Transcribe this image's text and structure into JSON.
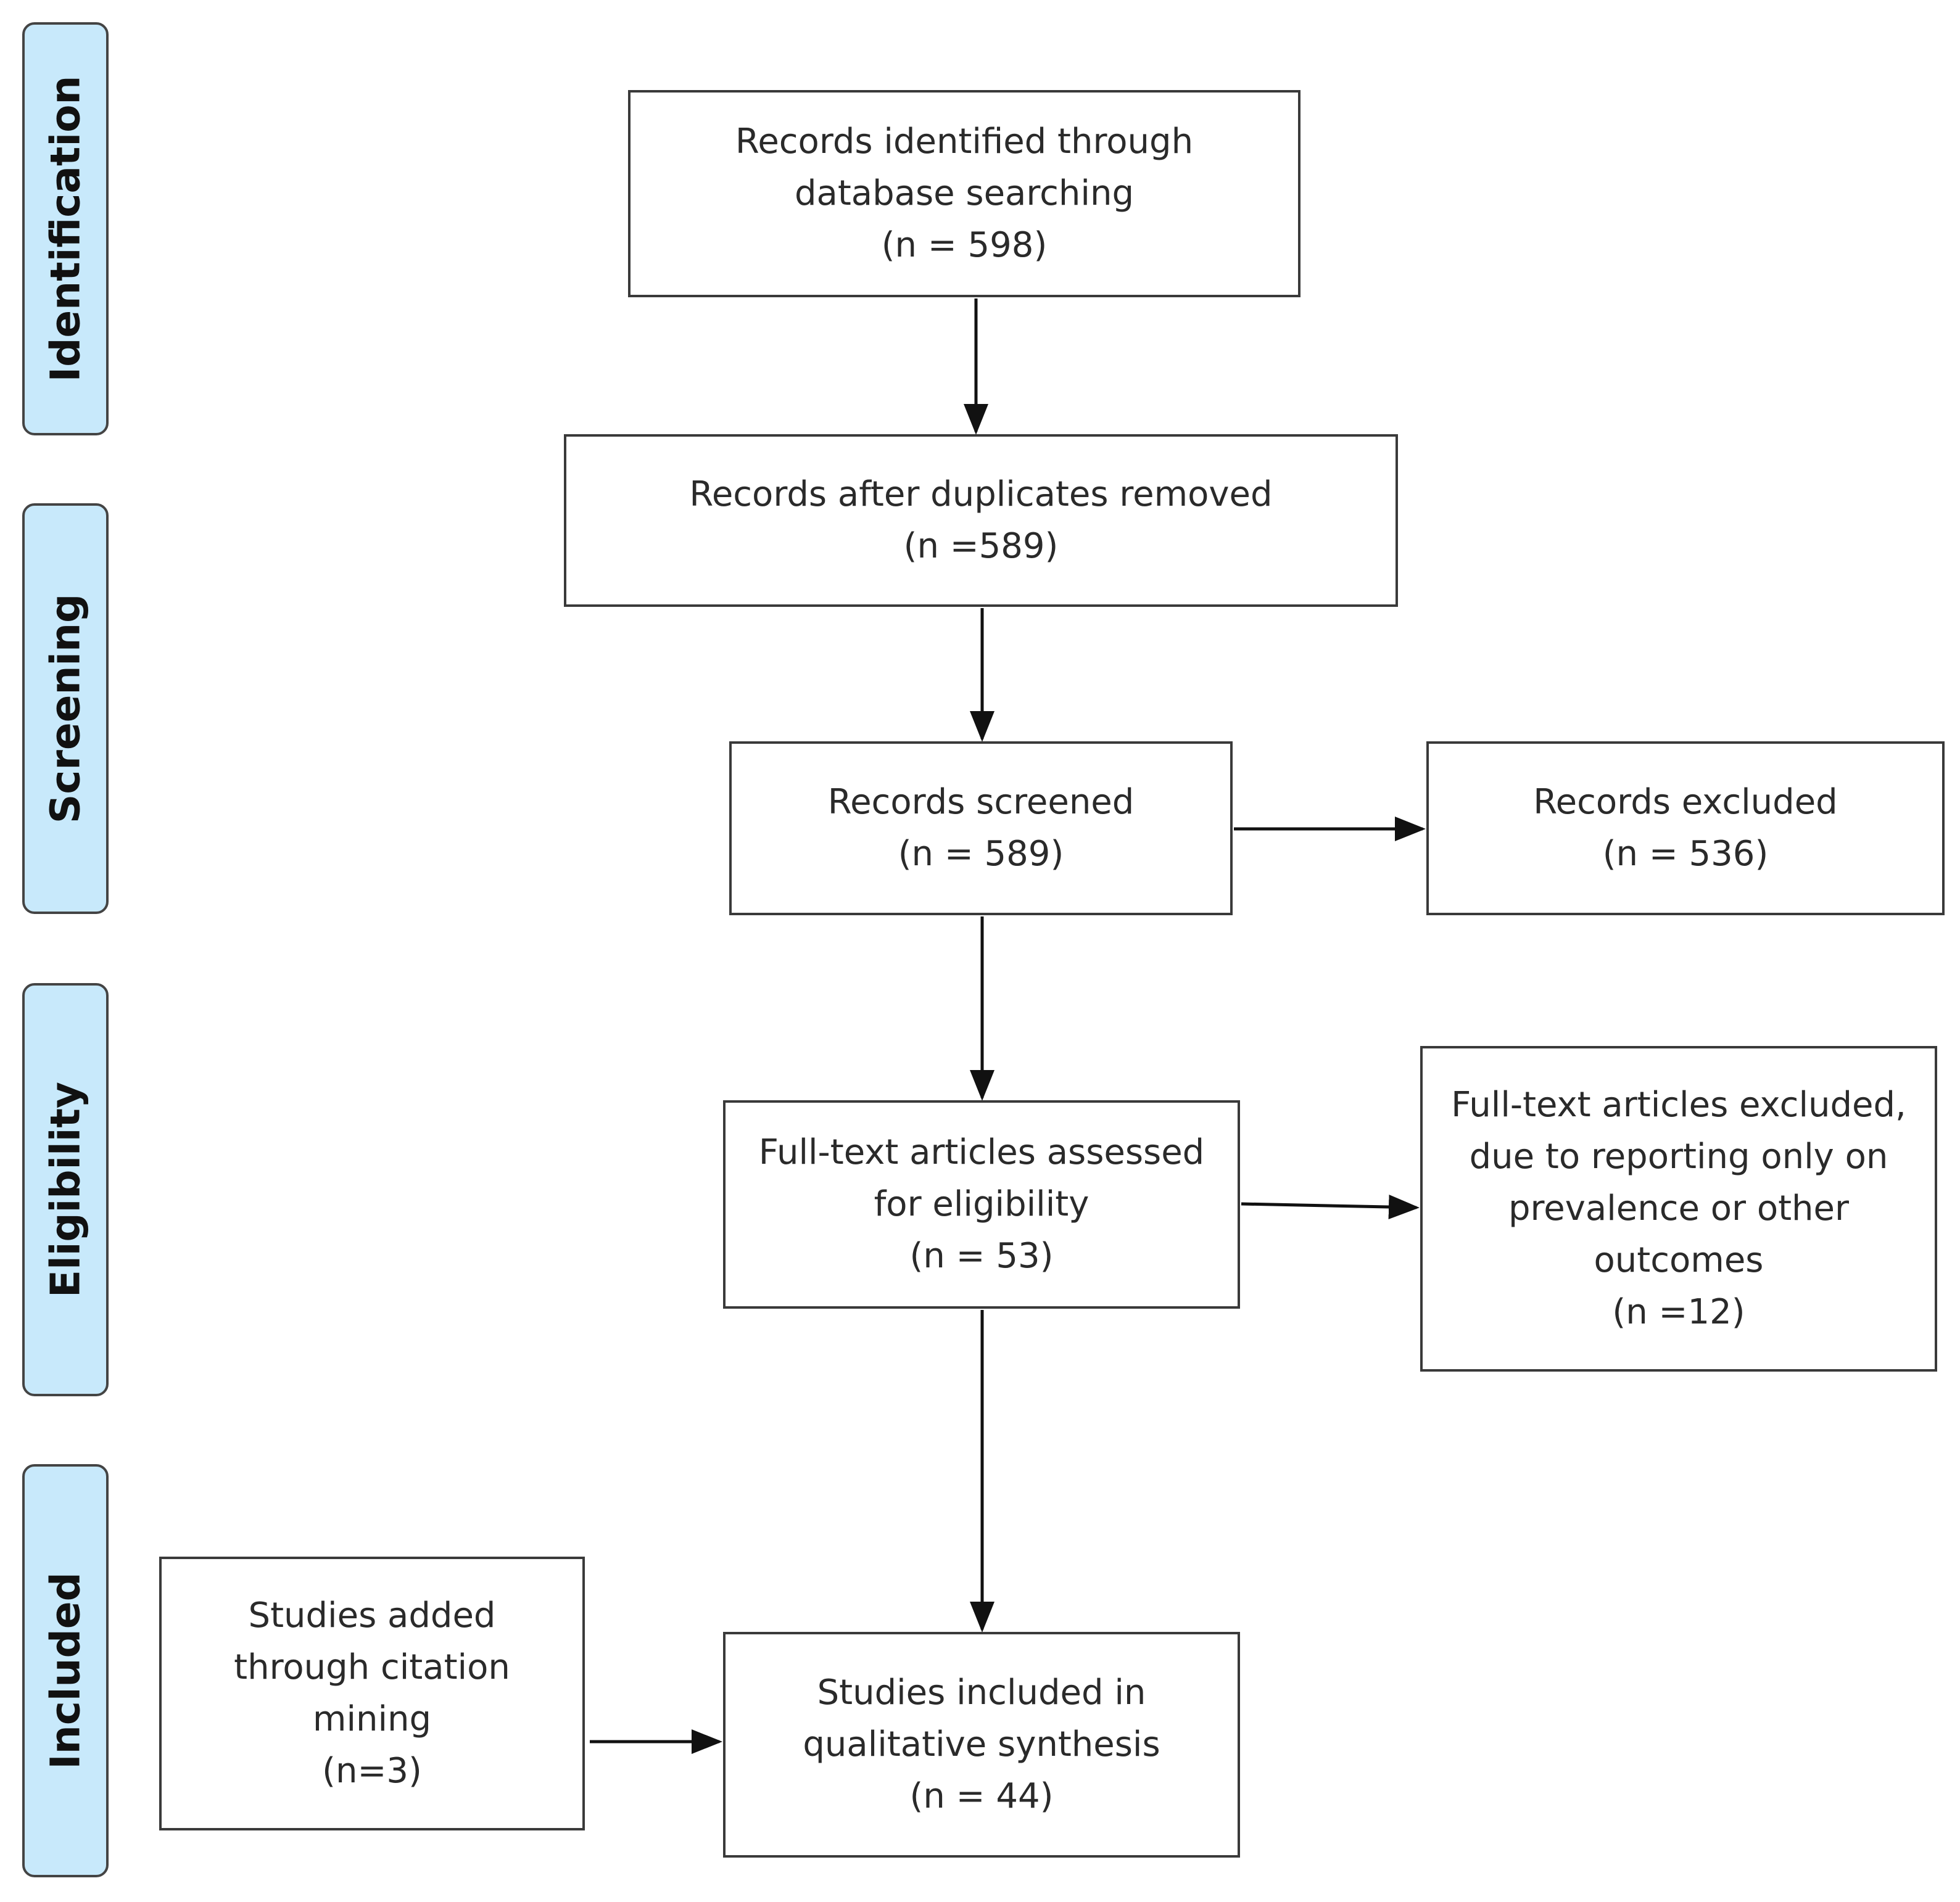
{
  "stages": {
    "identification": "Identification",
    "screening": "Screening",
    "eligibility": "Eligibility",
    "included": "Included"
  },
  "boxes": {
    "identified": {
      "lines": [
        "Records identified through",
        "database searching",
        "(n = 598)"
      ],
      "count": 598
    },
    "after_duplicates": {
      "lines": [
        "Records after duplicates removed",
        "(n =589)"
      ],
      "count": 589
    },
    "screened": {
      "lines": [
        "Records screened",
        "(n = 589)"
      ],
      "count": 589
    },
    "excluded": {
      "lines": [
        "Records excluded",
        "(n = 536)"
      ],
      "count": 536
    },
    "fulltext_assessed": {
      "lines": [
        "Full-text articles assessed",
        "for eligibility",
        "(n = 53)"
      ],
      "count": 53
    },
    "fulltext_excluded": {
      "lines": [
        "Full-text articles excluded,",
        "due to reporting only on",
        "prevalence or other",
        "outcomes",
        "(n =12)"
      ],
      "count": 12
    },
    "citation_mining": {
      "lines": [
        "Studies added",
        "through citation",
        "mining",
        "(n=3)"
      ],
      "count": 3
    },
    "included": {
      "lines": [
        "Studies included in",
        "qualitative synthesis",
        "(n = 44)"
      ],
      "count": 44
    }
  },
  "colors": {
    "stage_fill": "#c8e9fb",
    "border": "#3a3a3a",
    "arrow": "#111111"
  }
}
